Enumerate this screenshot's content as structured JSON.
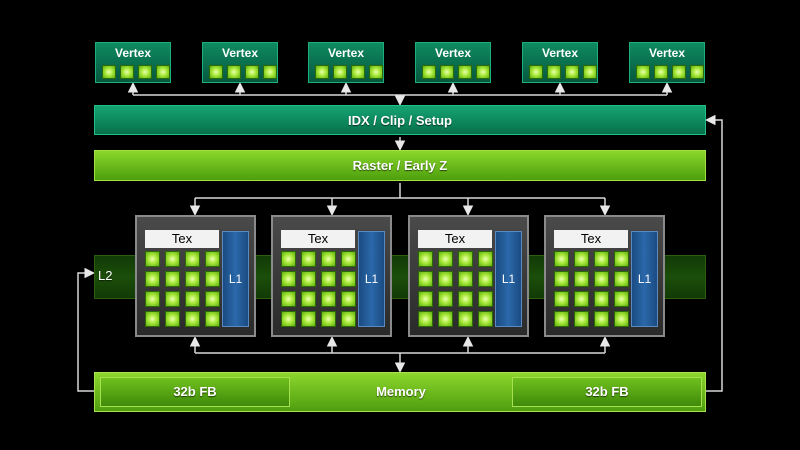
{
  "vertex_units": [
    {
      "label": "Vertex"
    },
    {
      "label": "Vertex"
    },
    {
      "label": "Vertex"
    },
    {
      "label": "Vertex"
    },
    {
      "label": "Vertex"
    },
    {
      "label": "Vertex"
    }
  ],
  "idx_bar": {
    "label": "IDX / Clip / Setup"
  },
  "raster_bar": {
    "label": "Raster / Early Z"
  },
  "l2": {
    "label": "L2"
  },
  "clusters": [
    {
      "tex": "Tex",
      "l1": "L1"
    },
    {
      "tex": "Tex",
      "l1": "L1"
    },
    {
      "tex": "Tex",
      "l1": "L1"
    },
    {
      "tex": "Tex",
      "l1": "L1"
    }
  ],
  "memory_bar": {
    "label": "Memory",
    "fb_left": "32b FB",
    "fb_right": "32b FB"
  },
  "colors": {
    "background": "#000000",
    "teal": "#0e8a61",
    "green": "#76c12a",
    "l1_blue": "#2a69aa"
  }
}
